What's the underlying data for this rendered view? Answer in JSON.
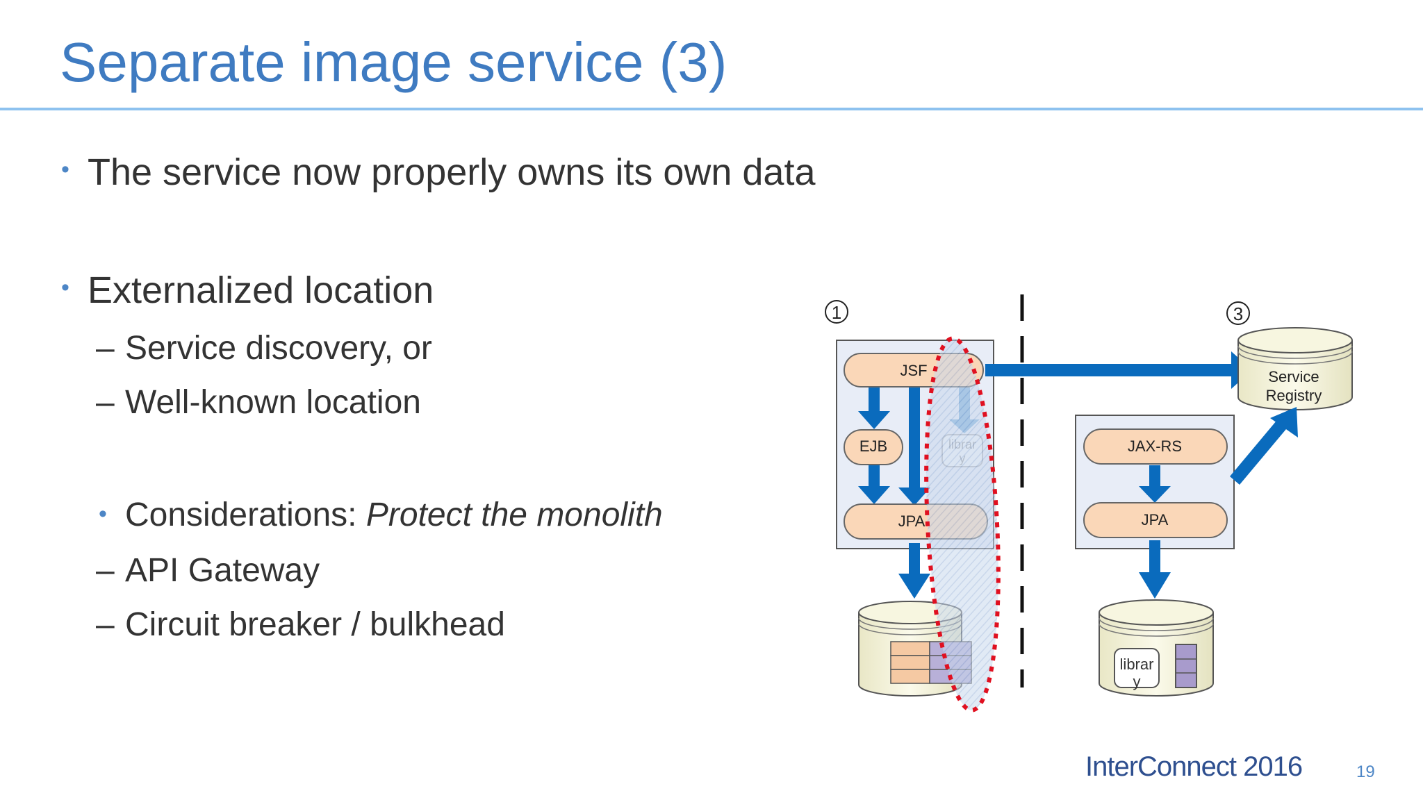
{
  "slide": {
    "title": "Separate image service (3)",
    "page_number": "19",
    "brand": "InterConnect 2016"
  },
  "bullets": {
    "b1": "The service now properly owns its own data",
    "b2": "Externalized location",
    "b2a": "Service discovery, or",
    "b2b": "Well-known location",
    "b3_prefix": "Considerations: ",
    "b3_emph": "Protect the monolith",
    "b3a": "API Gateway",
    "b3b": "Circuit breaker / bulkhead"
  },
  "diagram": {
    "marker_left": "1",
    "marker_right": "3",
    "left_jsf": "JSF",
    "left_ejb": "EJB",
    "left_jpa": "JPA",
    "ghost_library_line1": "librar",
    "ghost_library_line2": "y",
    "registry_line1": "Service",
    "registry_line2": "Registry",
    "right_jaxrs": "JAX-RS",
    "right_jpa": "JPA",
    "db_library_line1": "librar",
    "db_library_line2": "y"
  },
  "colors": {
    "title": "#3f7bc1",
    "rule": "#8ec2ef",
    "arrow": "#0a6bbd",
    "pill": "#fad7b8",
    "container": "#e8edf7",
    "db": "#f7f6e0",
    "dashed_oval": "#e01020",
    "purple_block": "#a89bcc"
  }
}
